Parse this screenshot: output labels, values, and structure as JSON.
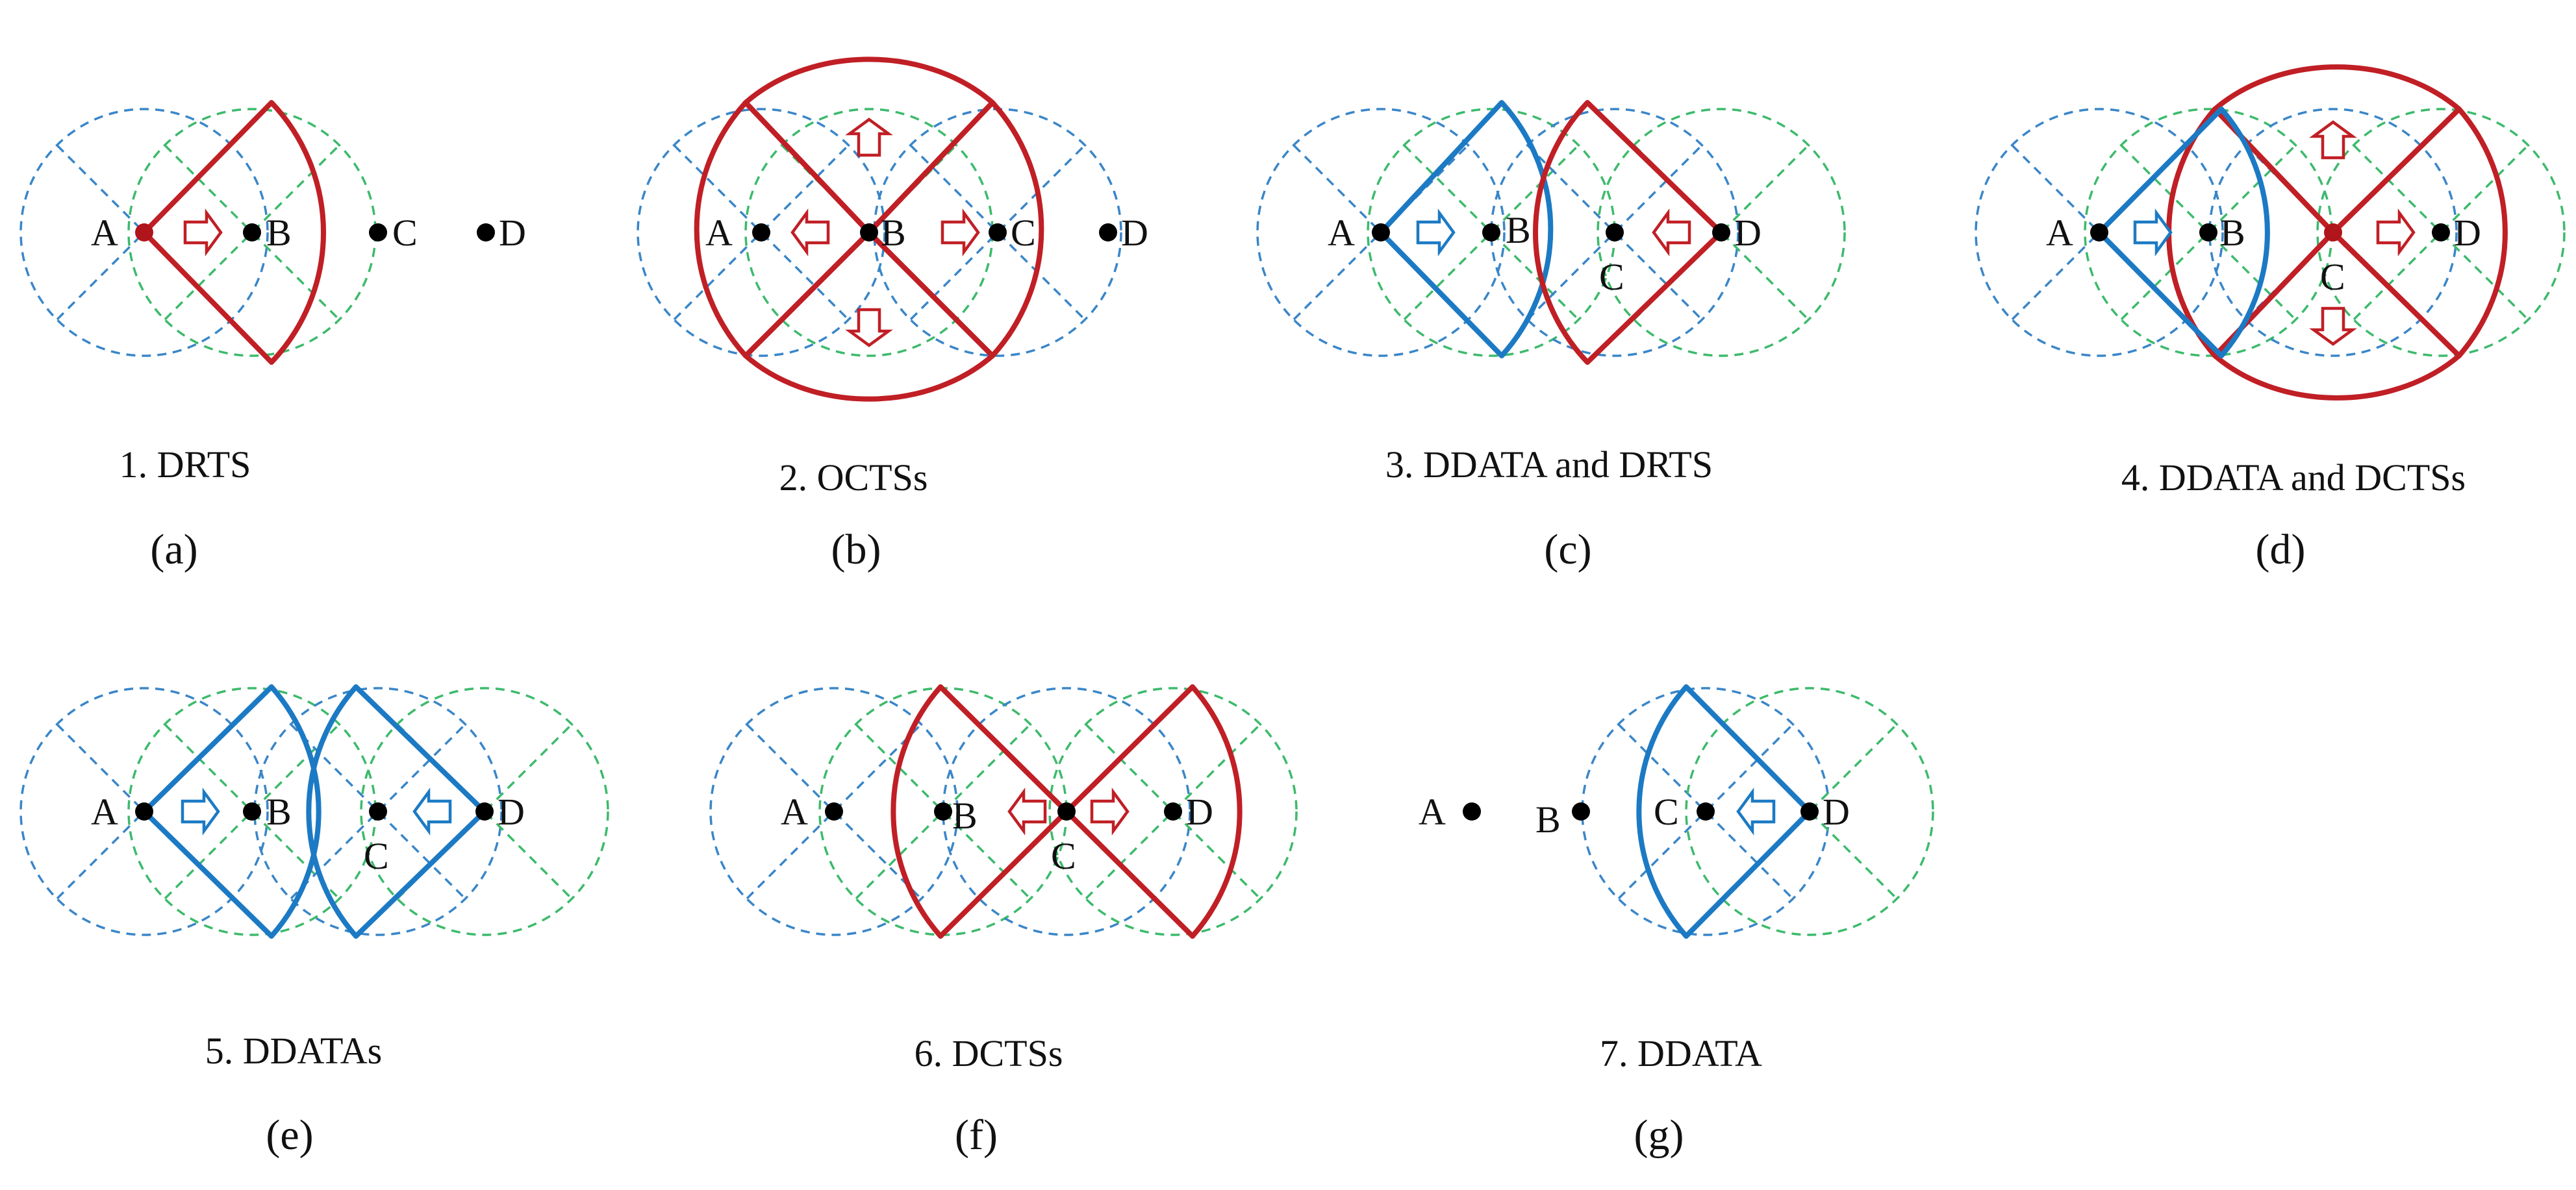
{
  "panels": {
    "a": {
      "caption": "1. DRTS",
      "sub": "(a)",
      "labels": [
        "A",
        "B",
        "C",
        "D"
      ]
    },
    "b": {
      "caption": "2. OCTSs",
      "sub": "(b)",
      "labels": [
        "A",
        "B",
        "C",
        "D"
      ]
    },
    "c": {
      "caption": "3. DDATA and DRTS",
      "sub": "(c)",
      "labels": [
        "A",
        "B",
        "C",
        "D"
      ]
    },
    "d": {
      "caption": "4. DDATA and DCTSs",
      "sub": "(d)",
      "labels": [
        "A",
        "B",
        "C",
        "D"
      ]
    },
    "e": {
      "caption": "5. DDATAs",
      "sub": "(e)",
      "labels": [
        "A",
        "B",
        "C",
        "D"
      ]
    },
    "f": {
      "caption": "6. DCTSs",
      "sub": "(f)",
      "labels": [
        "A",
        "B",
        "C",
        "D"
      ]
    },
    "g": {
      "caption": "7. DDATA",
      "sub": "(g)",
      "labels": [
        "A",
        "B",
        "C",
        "D"
      ]
    }
  },
  "colors": {
    "rts_cts": "#c01f25",
    "data": "#1c7ac4",
    "range_blue": "#3a86c8",
    "range_green": "#3dba6c",
    "node": "#000000"
  }
}
